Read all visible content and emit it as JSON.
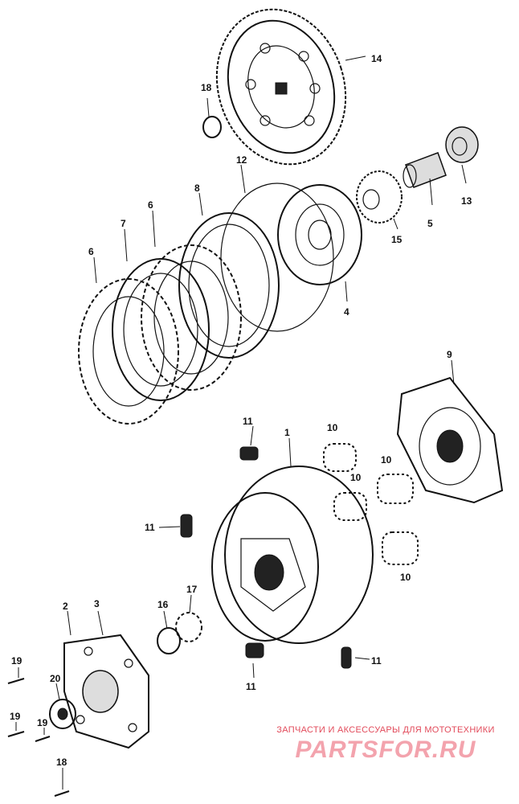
{
  "labels": {
    "n1": "1",
    "n2": "2",
    "n3": "3",
    "n4": "4",
    "n5": "5",
    "n6a": "6",
    "n6b": "6",
    "n7": "7",
    "n8": "8",
    "n9": "9",
    "n10a": "10",
    "n10b": "10",
    "n10c": "10",
    "n10d": "10",
    "n11a": "11",
    "n11b": "11",
    "n11c": "11",
    "n11d": "11",
    "n12": "12",
    "n13": "13",
    "n14": "14",
    "n15": "15",
    "n16": "16",
    "n17": "17",
    "n18a": "18",
    "n18b": "18",
    "n19a": "19",
    "n19b": "19",
    "n19c": "19",
    "n20": "20"
  },
  "watermark": {
    "subtitle": "ЗАПЧАСТИ И АКСЕССУАРЫ ДЛЯ МОТОТЕХНИКИ",
    "brand": "PARTSFOR.RU"
  }
}
